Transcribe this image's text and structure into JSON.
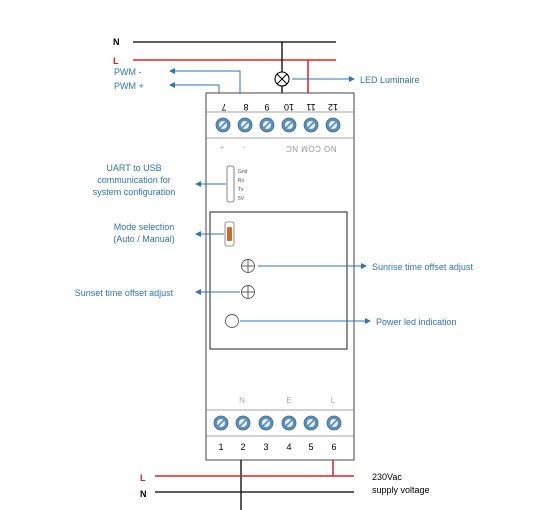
{
  "lines": {
    "top_neutral": "N",
    "top_live": "L",
    "bottom_live": "L",
    "bottom_neutral": "N"
  },
  "labels": {
    "pwm_minus": "PWM -",
    "pwm_plus": "PWM +",
    "led_luminaire": "LED Luminaire",
    "uart": [
      "UART to USB",
      "communication for",
      "system configuration"
    ],
    "mode_selection": [
      "Mode selection",
      "(Auto / Manual)"
    ],
    "sunrise": "Sunrise time offset adjust",
    "sunset": "Sunset time offset adjust",
    "power_led": "Power led indication",
    "supply": [
      "230Vac",
      "supply voltage"
    ]
  },
  "device": {
    "top_terminals": [
      "7",
      "8",
      "9",
      "10",
      "11",
      "12"
    ],
    "top_legend": {
      "plus": "+",
      "minus": "-",
      "relay": "NO COM NC"
    },
    "uart_pins": [
      "Gnd",
      "Rx",
      "Tx",
      "5V"
    ],
    "bottom_legend": {
      "n": "N",
      "e": "E",
      "l": "L"
    },
    "bottom_terminals": [
      "1",
      "2",
      "3",
      "4",
      "5",
      "6"
    ]
  },
  "colors": {
    "annotation": "#2e75b6",
    "live_wire": "#e02020",
    "wire": "#000000",
    "terminal": "#5b8fb9",
    "switch": "#d2691e"
  }
}
